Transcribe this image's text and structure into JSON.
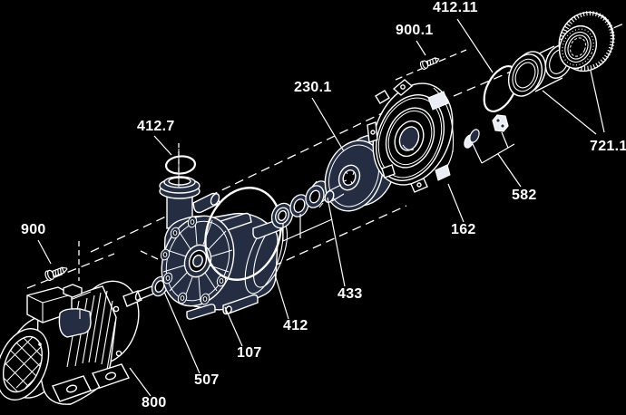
{
  "diagram": {
    "kind": "exploded-parts-diagram"
  },
  "colors": {
    "background": "#000000",
    "line": "#ffffff",
    "dark_fill": "#242d42",
    "bright_fill": "#e9edf4",
    "label_text": "#ffffff"
  },
  "labels": [
    {
      "id": "412.7",
      "text": "412.7"
    },
    {
      "id": "900",
      "text": "900"
    },
    {
      "id": "230.1",
      "text": "230.1"
    },
    {
      "id": "412.11",
      "text": "412.11"
    },
    {
      "id": "900.1",
      "text": "900.1"
    },
    {
      "id": "721.1",
      "text": "721.1"
    },
    {
      "id": "582",
      "text": "582"
    },
    {
      "id": "162",
      "text": "162"
    },
    {
      "id": "433",
      "text": "433"
    },
    {
      "id": "412",
      "text": "412"
    },
    {
      "id": "107",
      "text": "107"
    },
    {
      "id": "507",
      "text": "507"
    },
    {
      "id": "800",
      "text": "800"
    }
  ]
}
